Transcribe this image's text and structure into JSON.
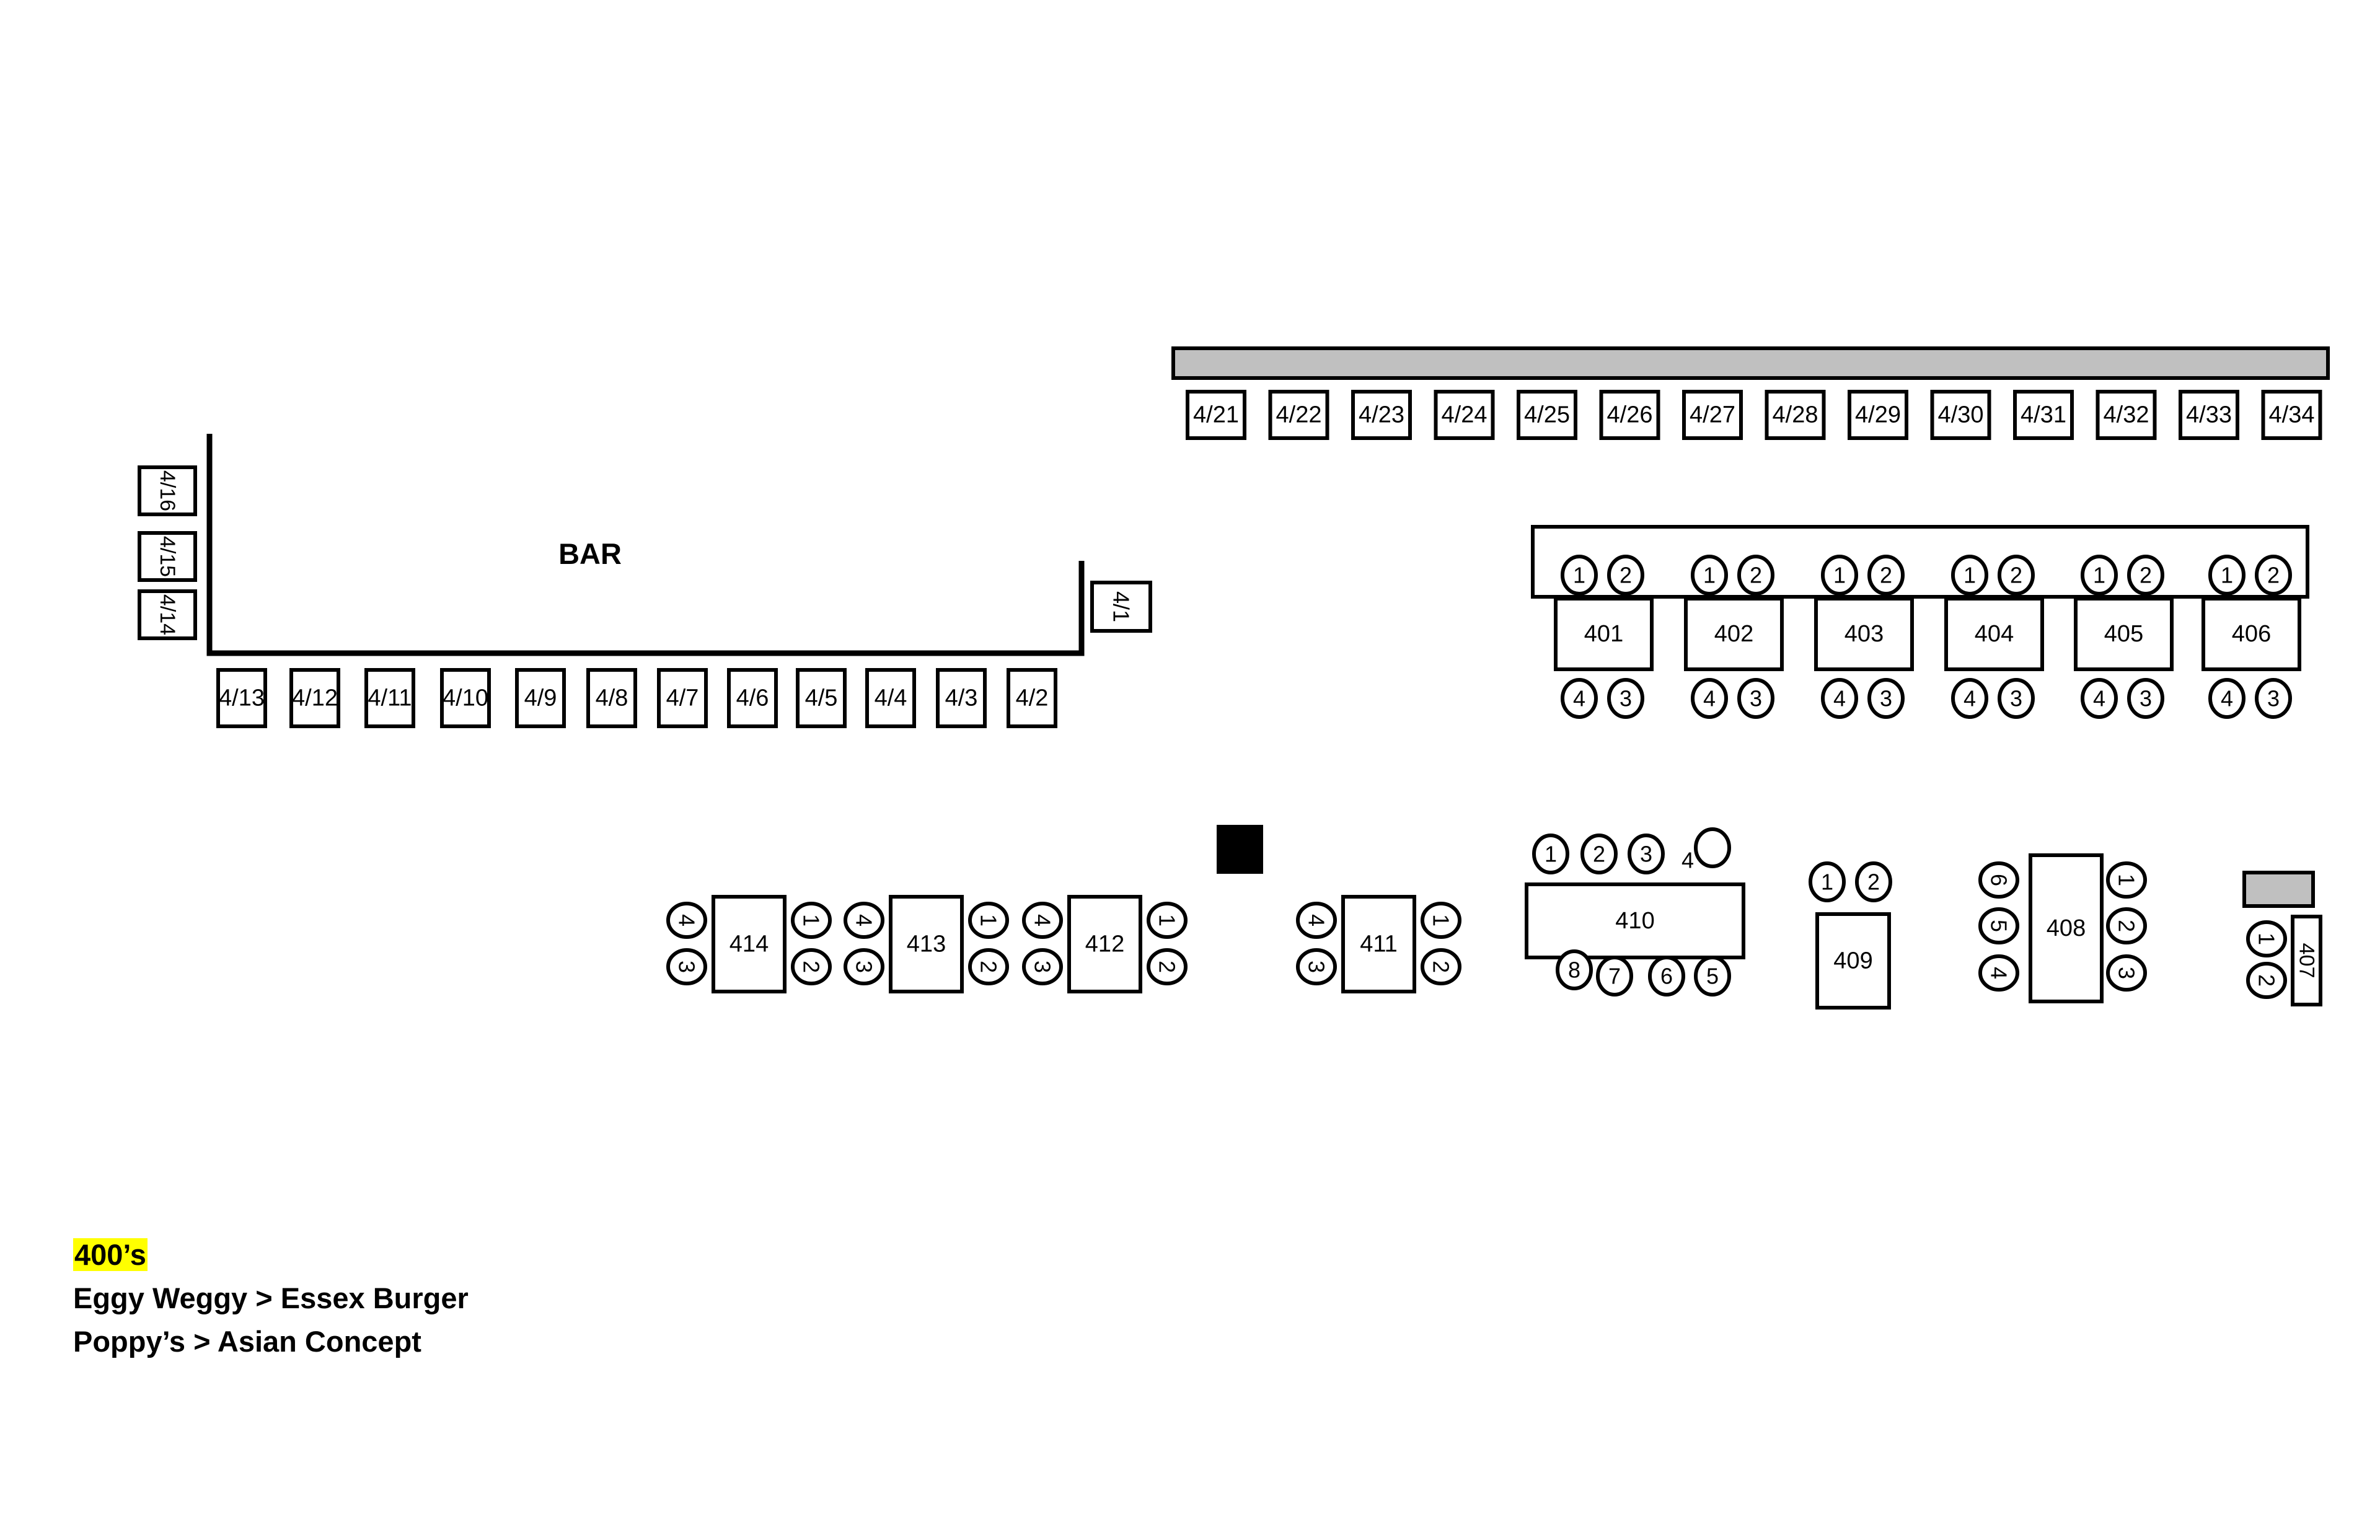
{
  "bar_label": "BAR",
  "bar_stools": [
    "4/1",
    "4/2",
    "4/3",
    "4/4",
    "4/5",
    "4/6",
    "4/7",
    "4/8",
    "4/9",
    "4/10",
    "4/11",
    "4/12",
    "4/13",
    "4/14",
    "4/15",
    "4/16"
  ],
  "counter_seats": [
    "4/21",
    "4/22",
    "4/23",
    "4/24",
    "4/25",
    "4/26",
    "4/27",
    "4/28",
    "4/29",
    "4/30",
    "4/31",
    "4/32",
    "4/33",
    "4/34"
  ],
  "booth_tables": [
    {
      "label": "401",
      "seats": [
        "1",
        "2",
        "4",
        "3"
      ]
    },
    {
      "label": "402",
      "seats": [
        "1",
        "2",
        "4",
        "3"
      ]
    },
    {
      "label": "403",
      "seats": [
        "1",
        "2",
        "4",
        "3"
      ]
    },
    {
      "label": "404",
      "seats": [
        "1",
        "2",
        "4",
        "3"
      ]
    },
    {
      "label": "405",
      "seats": [
        "1",
        "2",
        "4",
        "3"
      ]
    },
    {
      "label": "406",
      "seats": [
        "1",
        "2",
        "4",
        "3"
      ]
    }
  ],
  "four_tops": [
    {
      "label": "414",
      "seats": [
        "4",
        "3",
        "1",
        "2"
      ]
    },
    {
      "label": "413",
      "seats": [
        "4",
        "3",
        "1",
        "2"
      ]
    },
    {
      "label": "412",
      "seats": [
        "4",
        "3",
        "1",
        "2"
      ]
    },
    {
      "label": "411",
      "seats": [
        "4",
        "3",
        "1",
        "2"
      ]
    }
  ],
  "table_410": {
    "label": "410",
    "top_seats": [
      "1",
      "2",
      "3",
      "4",
      ""
    ],
    "bottom_seats": [
      "8",
      "7",
      "6",
      "5"
    ]
  },
  "table_409": {
    "label": "409",
    "seats": [
      "1",
      "2"
    ]
  },
  "table_408": {
    "label": "408",
    "left_seats": [
      "6",
      "5",
      "4"
    ],
    "right_seats": [
      "1",
      "2",
      "3"
    ]
  },
  "table_407": {
    "label": "407",
    "seats": [
      "1",
      "2"
    ]
  },
  "legend": {
    "heading": "400’s",
    "lines": [
      "Eggy Weggy > Essex Burger",
      "Poppy’s > Asian Concept"
    ]
  },
  "colors": {
    "counter_fill": "#c0c0c0",
    "highlight": "#ffff00",
    "post_fill": "#000000"
  }
}
